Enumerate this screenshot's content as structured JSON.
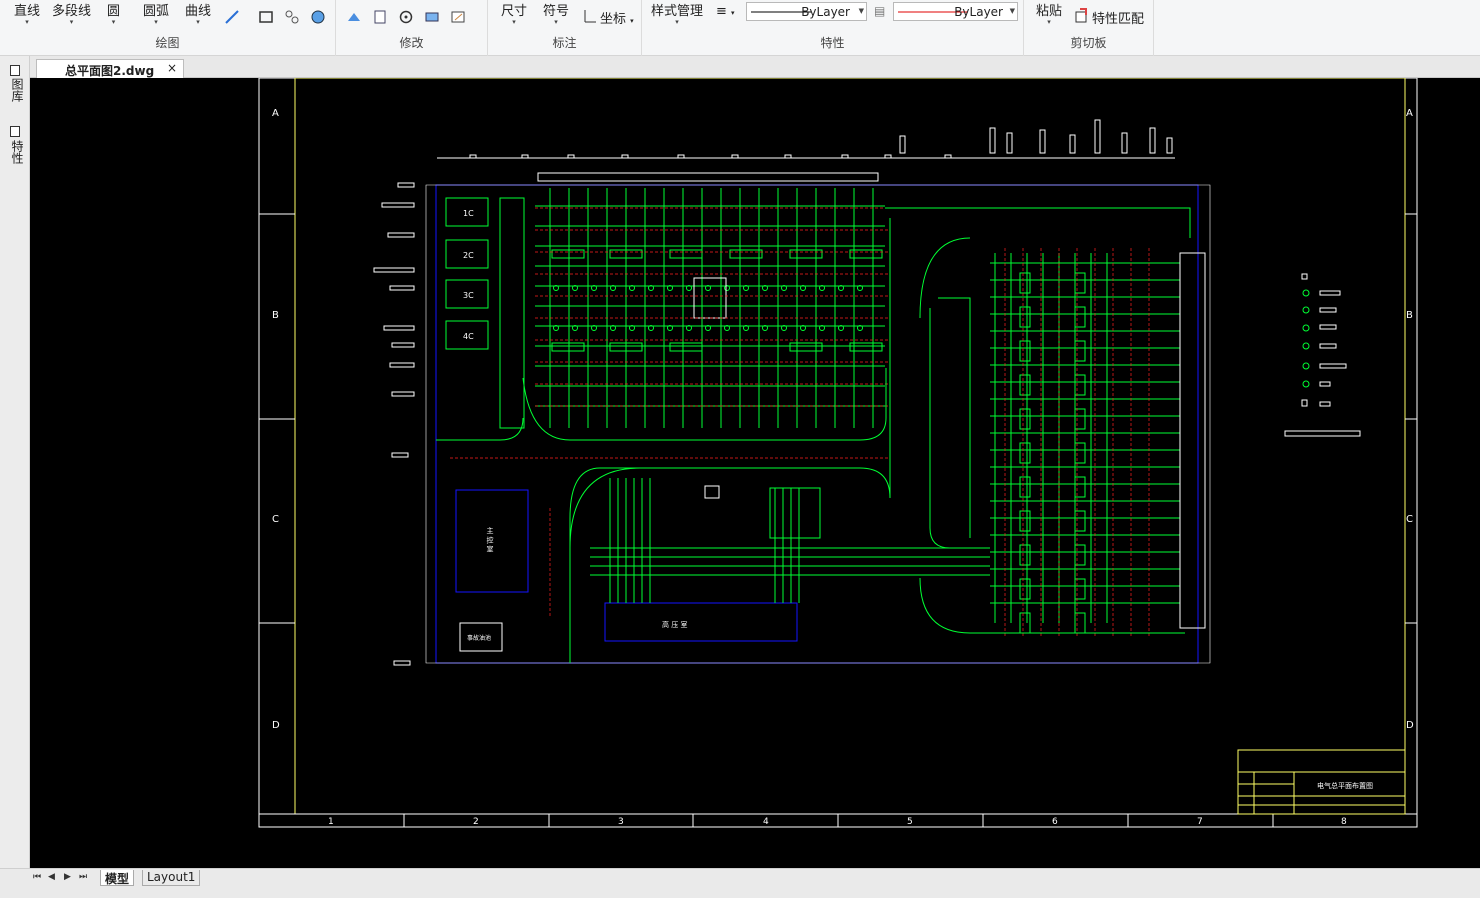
{
  "ribbon": {
    "draw": {
      "label": "绘图",
      "tools": {
        "line": "直线",
        "polyline": "多段线",
        "circle": "圆",
        "arc": "圆弧",
        "curve": "曲线"
      }
    },
    "modify": {
      "label": "修改"
    },
    "annotation": {
      "label": "标注",
      "tools": {
        "dimension": "尺寸",
        "symbol": "符号",
        "coordinate": "坐标"
      }
    },
    "properties": {
      "label": "特性",
      "style_manager": "样式管理",
      "linetype_value": "ByLayer",
      "color_value": "ByLayer"
    },
    "clipboard": {
      "label": "剪切板",
      "paste": "粘贴",
      "match_properties": "特性匹配"
    }
  },
  "document": {
    "tab_title": "总平面图2.dwg",
    "close_glyph": "×"
  },
  "left_panel": {
    "library": "图库",
    "properties": "特性"
  },
  "layouts": {
    "model": "模型",
    "layout1": "Layout1"
  },
  "drawing": {
    "rows": [
      "A",
      "B",
      "C",
      "D"
    ],
    "columns": [
      "1",
      "2",
      "3",
      "4",
      "5",
      "6",
      "7",
      "8"
    ],
    "title_block_name": "电气总平面布置图",
    "room_labels": {
      "main_control": "主 控 室",
      "high_voltage": "高 压 室",
      "small_building": "事故油池",
      "transformers": [
        "1C",
        "2C",
        "3C",
        "4C"
      ]
    }
  },
  "colors": {
    "canvas": "#000000",
    "border_white": "#ffffff",
    "border_yellow": "#ffff66",
    "boundary_blue": "#1414ff",
    "green": "#00ff33",
    "red": "#ff2020",
    "magenta": "#ff40ff"
  }
}
